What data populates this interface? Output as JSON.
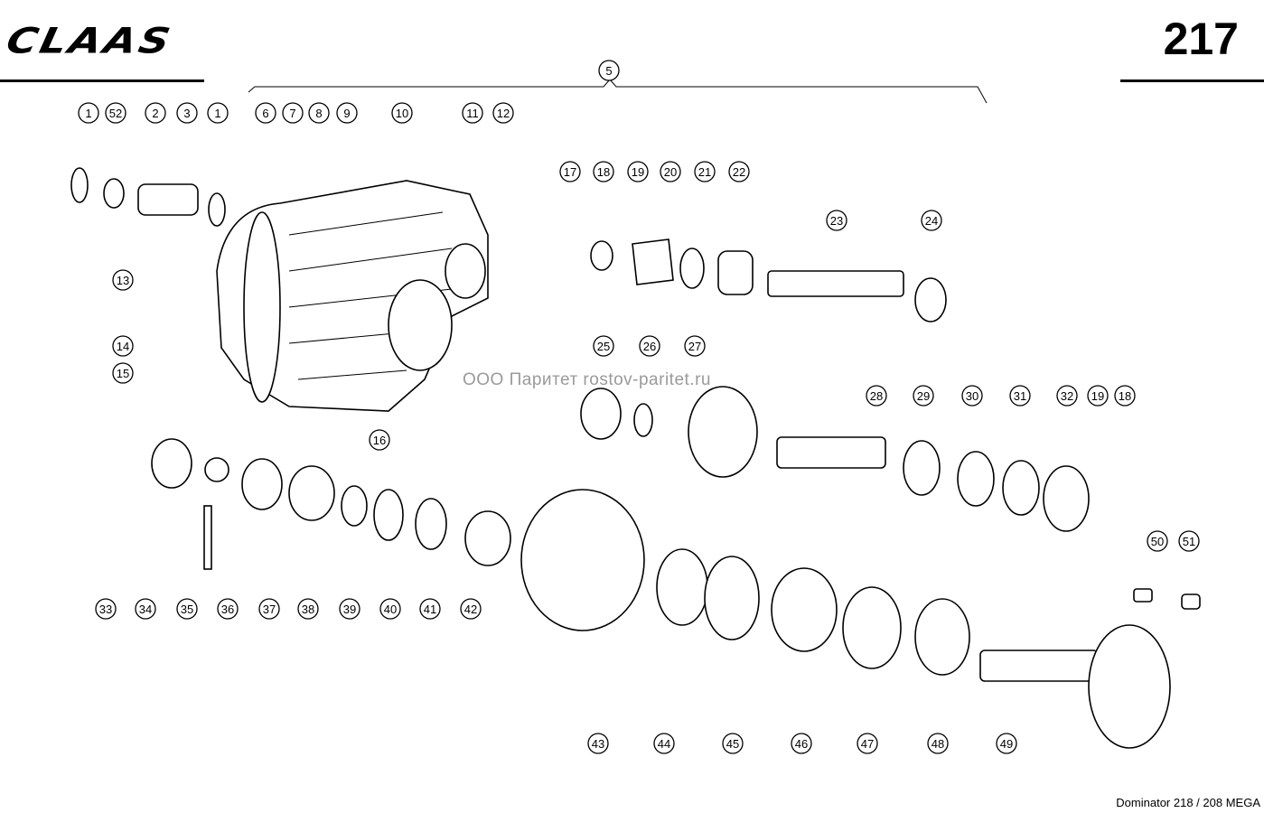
{
  "header": {
    "brand": "CLAAS",
    "page_number": "217"
  },
  "group_label": "5",
  "watermark": "ООО Паритет    rostov-paritet.ru",
  "footer": "Dominator 218 / 208 MEGA",
  "callouts": [
    "1",
    "52",
    "2",
    "3",
    "1",
    "6",
    "7",
    "8",
    "9",
    "10",
    "11",
    "12",
    "13",
    "14",
    "15",
    "16",
    "17",
    "18",
    "19",
    "20",
    "21",
    "22",
    "23",
    "24",
    "25",
    "26",
    "27",
    "28",
    "29",
    "30",
    "31",
    "32",
    "19",
    "18",
    "33",
    "34",
    "35",
    "36",
    "37",
    "38",
    "39",
    "40",
    "41",
    "42",
    "43",
    "44",
    "45",
    "46",
    "47",
    "48",
    "49",
    "50",
    "51"
  ]
}
